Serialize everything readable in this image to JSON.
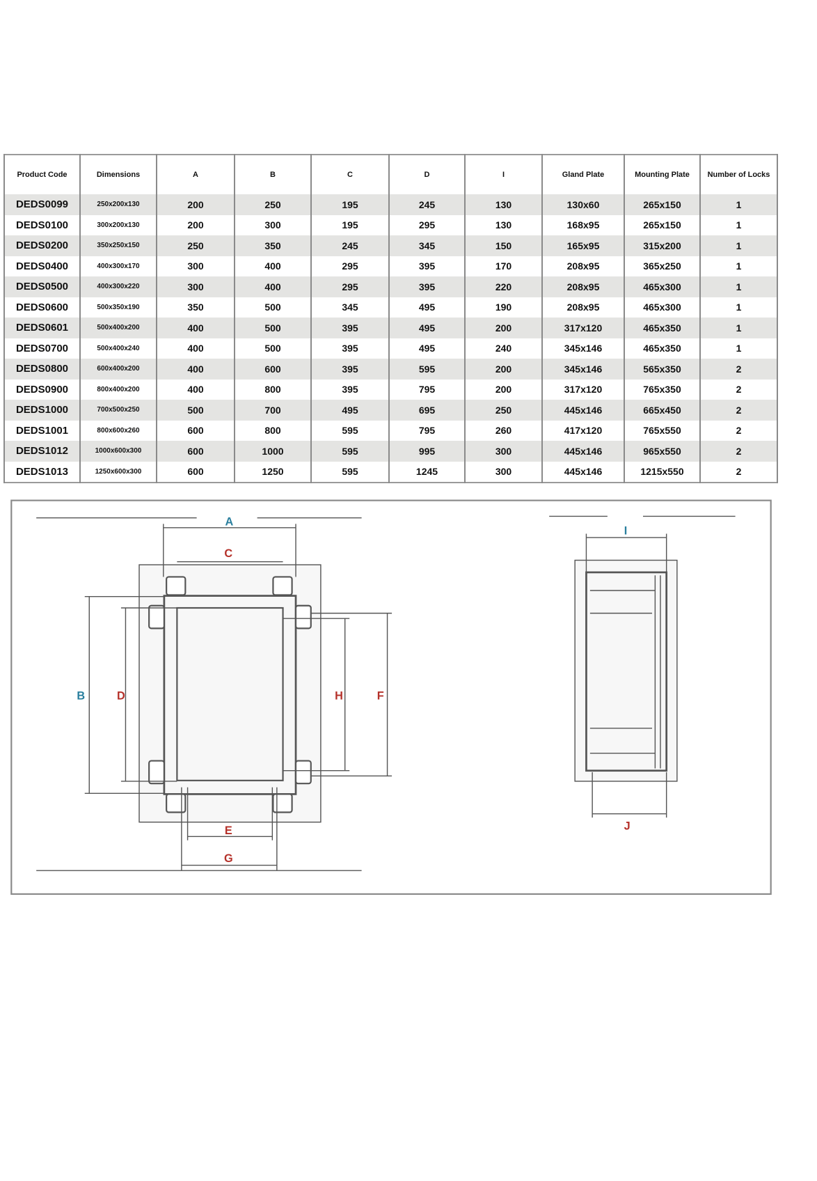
{
  "table": {
    "headers": [
      "Product Code",
      "Dimensions",
      "A",
      "B",
      "C",
      "D",
      "I",
      "Gland Plate",
      "Mounting Plate",
      "Number of Locks"
    ],
    "rows": [
      [
        "DEDS0099",
        "250x200x130",
        "200",
        "250",
        "195",
        "245",
        "130",
        "130x60",
        "265x150",
        "1"
      ],
      [
        "DEDS0100",
        "300x200x130",
        "200",
        "300",
        "195",
        "295",
        "130",
        "168x95",
        "265x150",
        "1"
      ],
      [
        "DEDS0200",
        "350x250x150",
        "250",
        "350",
        "245",
        "345",
        "150",
        "165x95",
        "315x200",
        "1"
      ],
      [
        "DEDS0400",
        "400x300x170",
        "300",
        "400",
        "295",
        "395",
        "170",
        "208x95",
        "365x250",
        "1"
      ],
      [
        "DEDS0500",
        "400x300x220",
        "300",
        "400",
        "295",
        "395",
        "220",
        "208x95",
        "465x300",
        "1"
      ],
      [
        "DEDS0600",
        "500x350x190",
        "350",
        "500",
        "345",
        "495",
        "190",
        "208x95",
        "465x300",
        "1"
      ],
      [
        "DEDS0601",
        "500x400x200",
        "400",
        "500",
        "395",
        "495",
        "200",
        "317x120",
        "465x350",
        "1"
      ],
      [
        "DEDS0700",
        "500x400x240",
        "400",
        "500",
        "395",
        "495",
        "240",
        "345x146",
        "465x350",
        "1"
      ],
      [
        "DEDS0800",
        "600x400x200",
        "400",
        "600",
        "395",
        "595",
        "200",
        "345x146",
        "565x350",
        "2"
      ],
      [
        "DEDS0900",
        "800x400x200",
        "400",
        "800",
        "395",
        "795",
        "200",
        "317x120",
        "765x350",
        "2"
      ],
      [
        "DEDS1000",
        "700x500x250",
        "500",
        "700",
        "495",
        "695",
        "250",
        "445x146",
        "665x450",
        "2"
      ],
      [
        "DEDS1001",
        "800x600x260",
        "600",
        "800",
        "595",
        "795",
        "260",
        "417x120",
        "765x550",
        "2"
      ],
      [
        "DEDS1012",
        "1000x600x300",
        "600",
        "1000",
        "595",
        "995",
        "300",
        "445x146",
        "965x550",
        "2"
      ],
      [
        "DEDS1013",
        "1250x600x300",
        "600",
        "1250",
        "595",
        "1245",
        "300",
        "445x146",
        "1215x550",
        "2"
      ]
    ]
  },
  "diagram": {
    "labels": {
      "A": "A",
      "B": "B",
      "C": "C",
      "D": "D",
      "E": "E",
      "F": "F",
      "G": "G",
      "H": "H",
      "I": "I",
      "J": "J"
    },
    "colors": {
      "blue": "#2a7f9e",
      "red": "#b5312a",
      "line": "#555555"
    }
  }
}
